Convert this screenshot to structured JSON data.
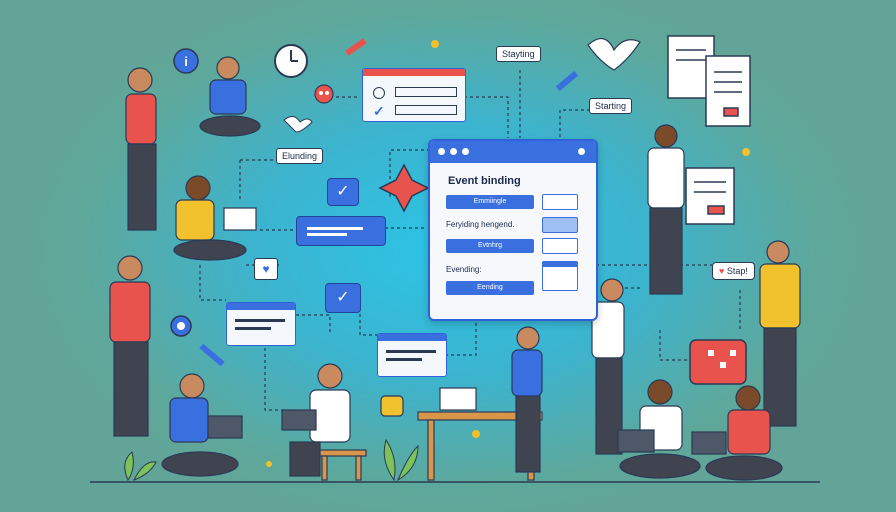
{
  "main_window": {
    "heading": "Event binding",
    "row1_button": "Emmiingle",
    "row2_text": "Feryiding hengend.",
    "row3_button": "Evtnhrg",
    "row4_text": "Evending:",
    "row5_button": "Eending"
  },
  "labels": {
    "staying": "Stayting",
    "starting": "Starting",
    "elunding": "Elunding",
    "stap": "Stap!"
  },
  "colors": {
    "background_center": "#2bc4e6",
    "background_edge": "#62a497",
    "accent_blue": "#3a6fe0",
    "accent_red": "#e9534d"
  }
}
